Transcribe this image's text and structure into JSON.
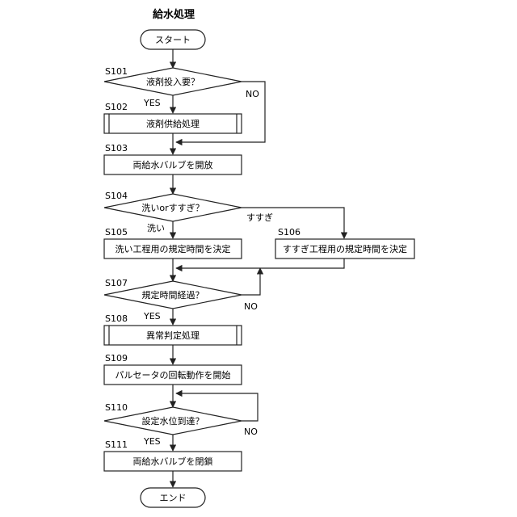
{
  "title": "給水処理",
  "start": "スタート",
  "end": "エンド",
  "steps": {
    "s101": {
      "id": "S101",
      "text": "液剤投入要？"
    },
    "s102": {
      "id": "S102",
      "text": "液剤供給処理"
    },
    "s103": {
      "id": "S103",
      "text": "両給水バルブを開放"
    },
    "s104": {
      "id": "S104",
      "text": "洗いorすすぎ？"
    },
    "s105": {
      "id": "S105",
      "text": "洗い工程用の規定時間を決定"
    },
    "s106": {
      "id": "S106",
      "text": "すすぎ工程用の規定時間を決定"
    },
    "s107": {
      "id": "S107",
      "text": "規定時間経過？"
    },
    "s108": {
      "id": "S108",
      "text": "異常判定処理"
    },
    "s109": {
      "id": "S109",
      "text": "パルセータの回転動作を開始"
    },
    "s110": {
      "id": "S110",
      "text": "設定水位到達？"
    },
    "s111": {
      "id": "S111",
      "text": "両給水バルブを閉鎖"
    }
  },
  "branch_labels": {
    "s101_yes": "YES",
    "s101_no": "NO",
    "s104_wash": "洗い",
    "s104_rinse": "すすぎ",
    "s107_yes": "YES",
    "s107_no": "NO",
    "s110_yes": "YES",
    "s110_no": "NO"
  }
}
